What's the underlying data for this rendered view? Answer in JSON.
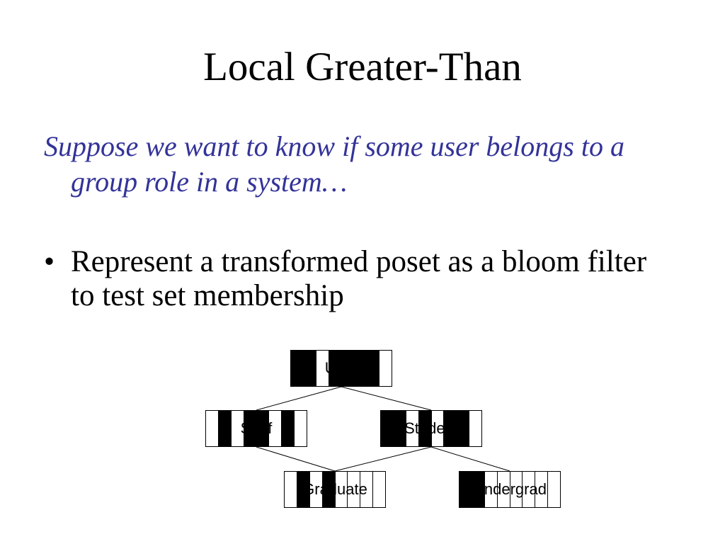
{
  "slide": {
    "title": "Local Greater-Than",
    "intro_lines": [
      "Suppose we want to know if some user belongs to a",
      "group role in a system…"
    ],
    "bullets": [
      {
        "marker": "•",
        "lines": [
          "Represent a transformed poset as a bloom filter",
          "to test set membership"
        ]
      }
    ]
  },
  "diagram": {
    "nodes": [
      {
        "label": "User",
        "bits": [
          1,
          1,
          0,
          1,
          1,
          1,
          1,
          0
        ]
      },
      {
        "label": "Staff",
        "bits": [
          0,
          1,
          0,
          1,
          1,
          0,
          1,
          0
        ]
      },
      {
        "label": "Student",
        "bits": [
          1,
          1,
          0,
          1,
          0,
          1,
          1,
          0
        ]
      },
      {
        "label": "Graduate",
        "bits": [
          0,
          1,
          0,
          1,
          0,
          0,
          0,
          0
        ]
      },
      {
        "label": "Undergrad",
        "bits": [
          1,
          1,
          0,
          0,
          0,
          0,
          0,
          0
        ]
      }
    ],
    "edges": [
      [
        0,
        1
      ],
      [
        0,
        2
      ],
      [
        1,
        3
      ],
      [
        2,
        3
      ],
      [
        2,
        4
      ]
    ]
  },
  "colors": {
    "title_text": "#000000",
    "intro_text": "#333399",
    "body_text": "#000000",
    "bit_set": "#000000",
    "bit_clear": "#ffffff",
    "edge": "#000000"
  }
}
